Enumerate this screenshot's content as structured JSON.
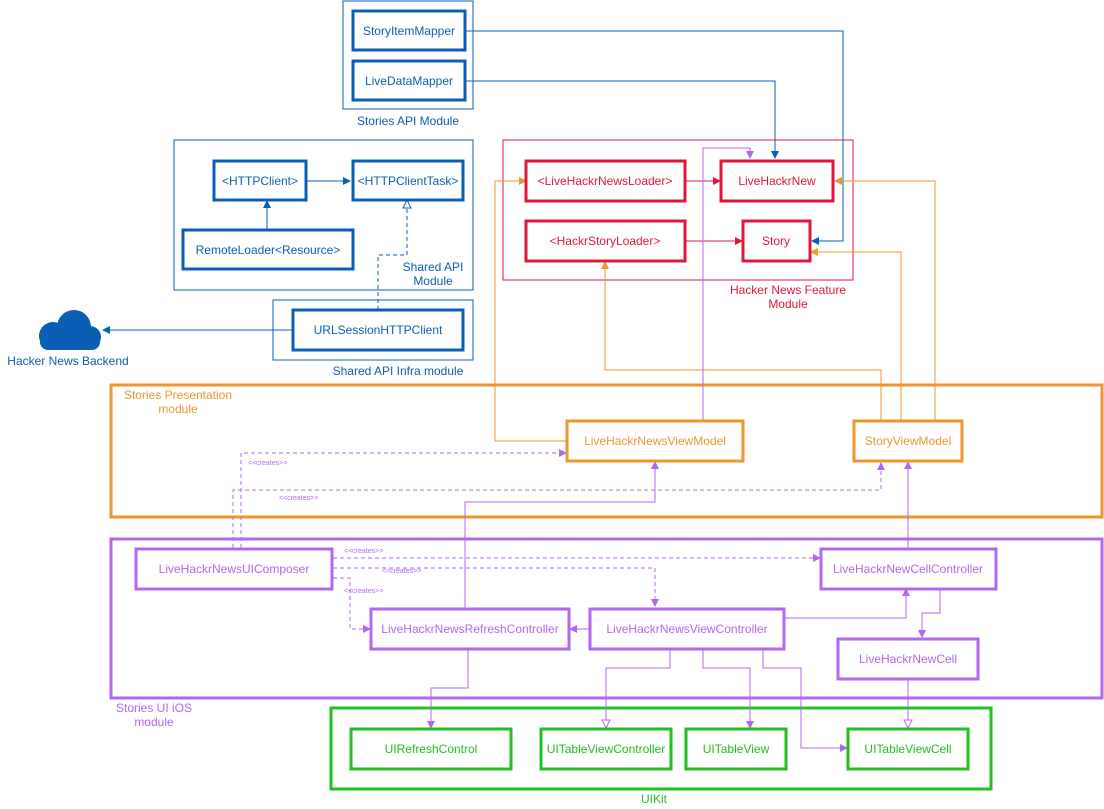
{
  "colors": {
    "blue": "#0a5fb4",
    "red": "#e0173c",
    "orange": "#f0962e",
    "purple": "#b366f0",
    "green": "#21c021"
  },
  "modules": {
    "stories_api": "Stories API Module",
    "shared_api_line1": "Shared API",
    "shared_api_line2": "Module",
    "shared_api_infra": "Shared API Infra module",
    "feature_line1": "Hacker News Feature",
    "feature_line2": "Module",
    "presentation_line1": "Stories Presentation",
    "presentation_line2": "module",
    "ui_ios_line1": "Stories UI iOS",
    "ui_ios_line2": "module",
    "uikit": "UIKit"
  },
  "backend_label": "Hacker News Backend",
  "nodes": {
    "story_item_mapper": "StoryItemMapper",
    "live_data_mapper": "LiveDataMapper",
    "http_client": "<HTTPClient>",
    "http_client_task": "<HTTPClientTask>",
    "remote_loader": "RemoteLoader<Resource>",
    "url_session_client": "URLSessionHTTPClient",
    "live_loader": "<LiveHackrNewsLoader>",
    "live_hackr_new": "LiveHackrNew",
    "story_loader": "<HackrStoryLoader>",
    "story": "Story",
    "live_view_model": "LiveHackrNewsViewModel",
    "story_view_model": "StoryViewModel",
    "ui_composer": "LiveHackrNewsUIComposer",
    "cell_controller": "LiveHackrNewCellController",
    "refresh_controller": "LiveHackrNewsRefreshController",
    "view_controller": "LiveHackrNewsViewController",
    "cell": "LiveHackrNewCell",
    "ui_refresh_control": "UIRefreshControl",
    "ui_table_view_controller": "UITableViewController",
    "ui_table_view": "UITableView",
    "ui_table_view_cell": "UITableViewCell"
  },
  "creates_label": "<<creates>>"
}
